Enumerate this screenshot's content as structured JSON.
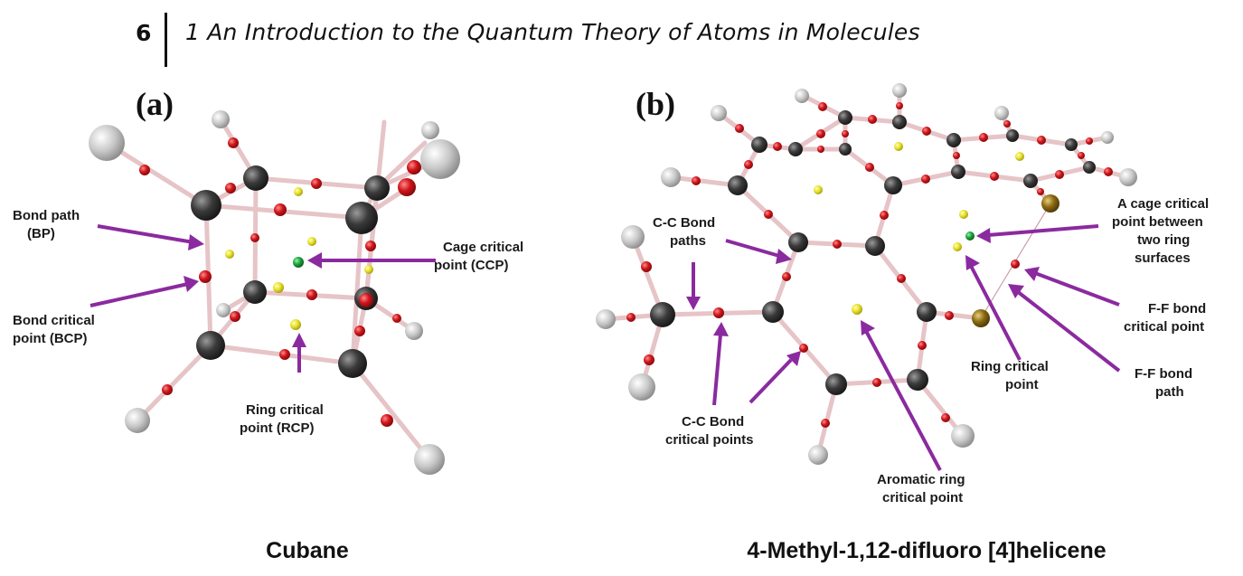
{
  "header": {
    "page_number": "6",
    "running_title": "1 An Introduction to the Quantum Theory of Atoms in Molecules"
  },
  "figure": {
    "panel_a": {
      "label": "(a)",
      "caption": "Cubane",
      "annotations": {
        "bond_path": [
          "Bond path",
          "(BP)"
        ],
        "bond_critical_point": [
          "Bond critical",
          "point (BCP)"
        ],
        "cage_critical_point": [
          "Cage critical",
          "point (CCP)"
        ],
        "ring_critical_point": [
          "Ring critical",
          "point (RCP)"
        ]
      }
    },
    "panel_b": {
      "label": "(b)",
      "caption": "4-Methyl-1,12-difluoro [4]helicene",
      "annotations": {
        "cc_bond_paths": [
          "C-C Bond",
          "paths"
        ],
        "cc_bond_critical_points": [
          "C-C Bond",
          "critical points"
        ],
        "aromatic_ring_critical_point": [
          "Aromatic ring",
          "critical point"
        ],
        "ring_critical_point": [
          "Ring critical",
          "point"
        ],
        "cage_critical_point": [
          "A cage critical",
          "point between",
          "two ring",
          "surfaces"
        ],
        "ff_bond_critical_point": [
          "F-F bond",
          "critical point"
        ],
        "ff_bond_path": [
          "F-F bond",
          "path"
        ]
      }
    },
    "colors": {
      "carbon": "#3a3a3a",
      "hydrogen": "#c8c8c8",
      "fluorine": "#8c6a14",
      "bond_critical_point": "#d0151b",
      "ring_critical_point": "#e8e22a",
      "cage_critical_point": "#1aa33a",
      "arrow": "#8b2a9f",
      "bond_path": "#e6c4c7"
    }
  }
}
